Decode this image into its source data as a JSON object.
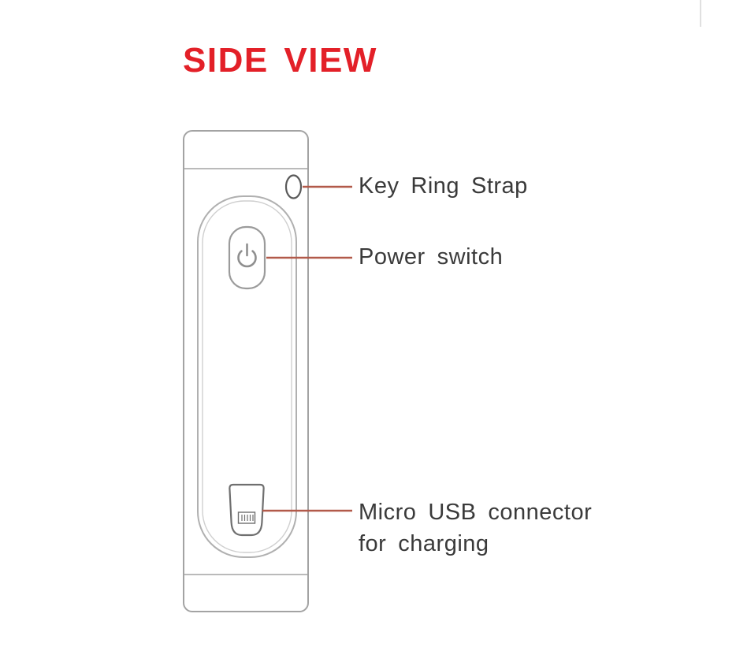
{
  "title": "SIDE VIEW",
  "colors": {
    "title-color": "#e32028",
    "leader-color": "#b25a4a",
    "outline-color": "#a3a3a3",
    "label-color": "#3a3a3a"
  },
  "annotations": {
    "key_ring_strap": "Key Ring Strap",
    "power_switch": "Power switch",
    "micro_usb_line1": "Micro USB connector",
    "micro_usb_line2": "for charging"
  }
}
